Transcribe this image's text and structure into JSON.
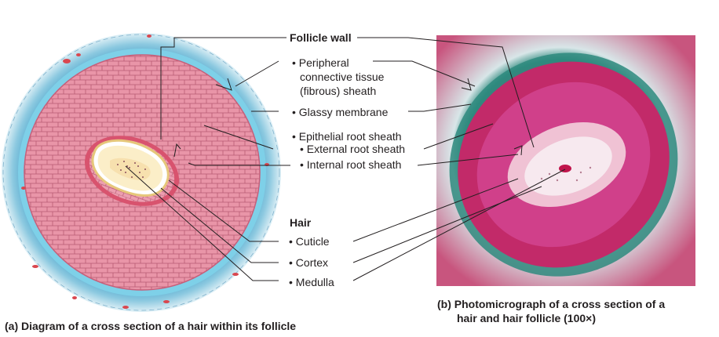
{
  "labels": {
    "follicle_wall": "Follicle wall",
    "peripheral_1": "• Peripheral",
    "peripheral_2": "connective tissue",
    "peripheral_3": "(fibrous) sheath",
    "glassy_membrane": "• Glassy membrane",
    "epithelial_root_sheath": "• Epithelial root sheath",
    "external_root_sheath": "• External root sheath",
    "internal_root_sheath": "• Internal root sheath",
    "hair": "Hair",
    "cuticle": "• Cuticle",
    "cortex": "• Cortex",
    "medulla": "• Medulla"
  },
  "captions": {
    "a": "(a) Diagram of a cross section of a hair within its follicle",
    "b_line1": "(b) Photomicrograph of a cross section of a",
    "b_line2": "hair and hair follicle (100×)"
  },
  "colors": {
    "connective_tissue": "#5fb3d2",
    "outer_sheath_cells": "#e48fa3",
    "glassy_membrane": "#d84a64",
    "hair_cortex": "#fbeec8",
    "micrograph_stroma": "#b3265e",
    "micrograph_green": "#2e8a7e"
  }
}
